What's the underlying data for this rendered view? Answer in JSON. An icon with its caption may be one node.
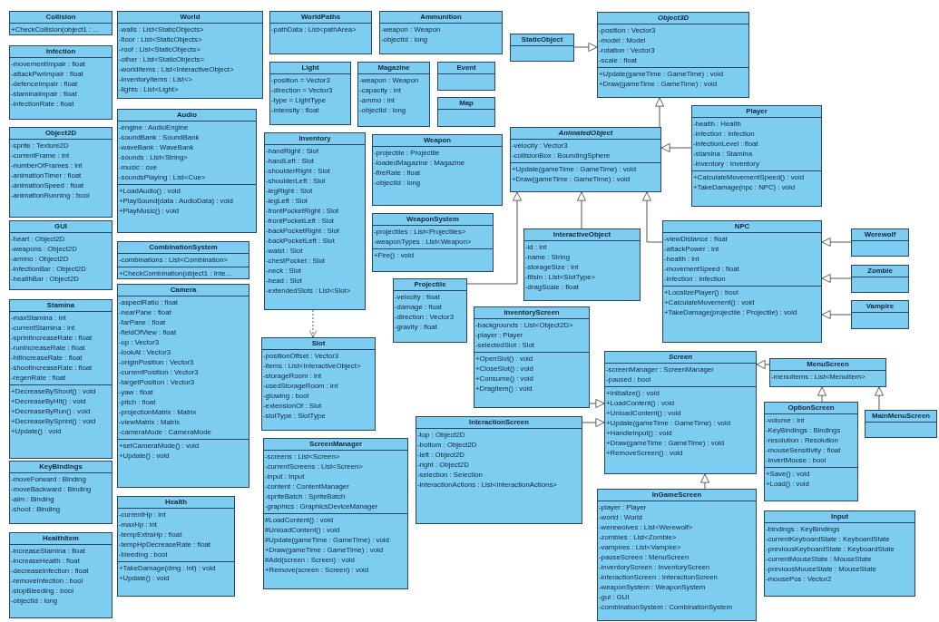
{
  "diagram": {
    "nodes": [
      {
        "text": [
          "Collision",
          "+CheckCollision(object1 : ..."
        ]
      },
      {
        "text": [
          "Infection",
          "-movementImpair : float",
          "-attackPwrImpair : float",
          "-defenceImpair : float",
          "-staminaImpair : float",
          "-infectionRate : float"
        ]
      },
      {
        "text": [
          "Object2D",
          "-sprite : Texture2D",
          "-currentFrame : int",
          "-numberOfFrames : int",
          "-animationTimer : float",
          "-animationSpeed : float",
          "-animationRunning : bool"
        ]
      },
      {
        "text": [
          "GUI",
          "-heart : Object2D",
          "-weapons : Object2D",
          "-ammo : Object2D",
          "-infectionBar : Object2D",
          "-healthBar : Object2D"
        ]
      },
      {
        "text": [
          "Stamina",
          "-maxStamina : int",
          "-currentStamina : int",
          "-sprintIncreaseRate : float",
          "-runIncreaseRate : float",
          "-hitIncreaseRate : float",
          "-shootIncreaseRate : float",
          "-regenRate : float",
          "+DecreaseByShoot() : void",
          "+DecreaseByHit() : void",
          "+DecreaseByRun() : void",
          "+DecreaseBySprint() : void",
          "+Update() : void"
        ]
      },
      {
        "text": [
          "KeyBindings",
          "-moveForward : Binding",
          "-moveBackward : Binding",
          "-aim : Binding",
          "-shoot : Binding"
        ]
      },
      {
        "text": [
          "HealthItem",
          "-increaseStamina : float",
          "-increaseHealth : float",
          "-decreaseInfection : float",
          "-removeInfection : bool",
          "-stopBleeding : bool",
          "-objectId : long"
        ]
      },
      {
        "text": [
          "World",
          "-walls : List<StaticObjects>",
          "-floor : List<StaticObjects>",
          "-roof : List<StaticObjects>",
          "-other : List<StaticObjects>",
          "-worldItems : List<InteractiveObject>",
          "-inventoryItems : List<>",
          "-lights : List<Light>"
        ]
      },
      {
        "text": [
          "Audio",
          "-engine : AudioEngine",
          "-soundBank : SoundBank",
          "-waveBank : WaveBank",
          "-sounds : List<String>",
          "-music : cue",
          "-soundsPlaying : List<Cue>",
          "+LoadAudio() : void",
          "+PlaySound(data : AudioData) : void",
          "+PlayMusic() : void"
        ]
      },
      {
        "text": [
          "CombinationSystem",
          "-combinations : List<Combination>",
          "+CheckCombination(object1 : Inte..."
        ]
      },
      {
        "text": [
          "Camera",
          "-aspectRatio : float",
          "-nearPane : float",
          "-farPane : float",
          "-fieldOfView : float",
          "-up : Vector3",
          "-lookAt : Vector3",
          "-originPosition : Vector3",
          "-currentPosition : Vector3",
          "-targetPosition : Vector3",
          "-yaw : float",
          "-pitch : float",
          "-projectionMatrix : Matrix",
          "-viewMatrix : Matrix",
          "-cameraMode : CameraMode",
          "+setCameraMode() : void",
          "+Update() : void"
        ]
      },
      {
        "text": [
          "Health",
          "-currentHp : int",
          "-maxHp : int",
          "-tempExtraHp : float",
          "-tempHpDecreaseRate : float",
          "-bleeding : bool",
          "+TakeDamage(dmg : int) : void",
          "+Update() : void"
        ]
      },
      {
        "text": [
          "WorldPaths",
          "-pathData : List<pathArea>"
        ]
      },
      {
        "text": [
          "Light",
          "-position = Vector3",
          "-direction = Vector3",
          "-type = LightType",
          "-intensity : float"
        ]
      },
      {
        "text": [
          "Inventory",
          "-handRight : Slot",
          "-handLeft : Slot",
          "-shoulderRight : Slot",
          "-shoulderLeft : Slot",
          "-legRight : Slot",
          "-legLeft : Slot",
          "-frontPocketRight : Slot",
          "-frontPocketLeft : Slot",
          "-backPocketRight : Slot",
          "-backPocketLeft : Slot",
          "-waist : Slot",
          "-chestPocket : Slot",
          "-neck : Slot",
          "-head : Slot",
          "-extendedSlots : List<Slot>"
        ]
      },
      {
        "text": [
          "Slot",
          "-positionOffset : Vector3",
          "-items : List<InteractiveObject>",
          "-storageRoom : int",
          "-usedStorageRoom : int",
          "-glowing : bool",
          "-extensionOf : Slot",
          "-slotType : SlotType"
        ]
      },
      {
        "text": [
          "ScreenManager",
          "-screens : List<Screen>",
          "-currentScreens : List<Screen>",
          "-input : Input",
          "-content : ContentManager",
          "-spriteBatch : SpriteBatch",
          "-graphics : GraphicsDeviceManager",
          "#LoadContent() : void",
          "#UnloadContent() : void",
          "#Update(gameTime : GameTime) : void",
          "+Draw(gameTime : GameTime) : void",
          "#Add(screen : Screen) : void",
          "+Remove(screen : Screen) : void"
        ]
      },
      {
        "text": [
          "Ammunition",
          "-weapon : Weapon",
          "-objectId : long"
        ]
      },
      {
        "text": [
          "Magazine",
          "-weapon : Weapon",
          "-capacity : int",
          "-ammo : int",
          "-objectId : long"
        ]
      },
      {
        "text": [
          "Event"
        ]
      },
      {
        "text": [
          "Map"
        ]
      },
      {
        "text": [
          "Weapon",
          "-projectile : Projectile",
          "-loadedMagazine : Magazine",
          "-fireRate : float",
          "-objectId : long"
        ]
      },
      {
        "text": [
          "WeaponSystem",
          "-projectiles : List<Projectiles>",
          "-weaponTypes : List<Weapon>",
          "+Fire() : void"
        ]
      },
      {
        "text": [
          "Projectile",
          "-velocity : float",
          "-damage : float",
          "-direction : Vector3",
          "-gravity : float"
        ]
      },
      {
        "text": [
          "StaticObject"
        ]
      },
      {
        "text": [
          "Object3D",
          "-position : Vector3",
          "-model : Model",
          "-rotation : Vector3",
          "-scale : float",
          "+Update(gameTime : GameTime) : void",
          "+Draw(gameTime : GameTime) : void"
        ]
      },
      {
        "text": [
          "AnimatedObject",
          "-velocity : Vector3",
          "-collisionBox : BoundingSphere",
          "+Update(gameTime : GameTime) : void",
          "+Draw(gameTime : GameTime) : void"
        ]
      },
      {
        "text": [
          "InteractiveObject",
          "-id : int",
          "-name : String",
          "-storageSize : int",
          "-fitsIn : List<SlotType>",
          "-dragScale : float"
        ]
      },
      {
        "text": [
          "Player",
          "-health : Health",
          "-infection : Infection",
          "-infectionLevel : float",
          "-stamina : Stamina",
          "-inventory : Inventory",
          "+CalculateMovementSpeed() : void",
          "+TakeDamage(npc : NPC) : void"
        ]
      },
      {
        "text": [
          "NPC",
          "-viewDistance : float",
          "-attackPower : int",
          "-health : int",
          "-movementSpeed : float",
          "-infection : Infection",
          "+LocalizePlayer() : bool",
          "+CalculateMovement() : void",
          "+TakeDamage(projectile : Projectile) : void"
        ]
      },
      {
        "text": [
          "Werewolf"
        ]
      },
      {
        "text": [
          "Zombie"
        ]
      },
      {
        "text": [
          "Vampire"
        ]
      },
      {
        "text": [
          "InventoryScreen",
          "-backgrounds : List<Object2D>",
          "-player : Player",
          "-selectedSlot : Slot",
          "+OpenSlot() : void",
          "+CloseSlot() : void",
          "+Consume() : void",
          "+DragItem() : void"
        ]
      },
      {
        "text": [
          "InteractionScreen",
          "-top : Object2D",
          "-bottom : Object2D",
          "-left : Object2D",
          "-right : Object2D",
          "-selection : Selection",
          "-interactionActions : List<InteractionActions>"
        ]
      },
      {
        "text": [
          "Screen",
          "-screenManager : ScreenManager",
          "-paused : bool",
          "+Initialize() : void",
          "+LoadContent() : void",
          "+UnloadContent() : void",
          "+Update(gameTime : GameTime) : void",
          "+HandleInput() : void",
          "+Draw(gameTime : GameTime) : void",
          "+RemoveScreen() : void"
        ]
      },
      {
        "text": [
          "MenuScreen",
          "-menuItems : List<MenuItem>"
        ]
      },
      {
        "text": [
          "OptionScreen",
          "-volume : int",
          "-KeyBindings : Bindings",
          "-resolution : Resolution",
          "-mouseSensitivity : float",
          "-invertMouse : bool",
          "+Save() : void",
          "+Load() : void"
        ]
      },
      {
        "text": [
          "MainMenuScreen"
        ]
      },
      {
        "text": [
          "InGameScreen",
          "-player : Player",
          "-world : World",
          "-werewolves : List<Werewolf>",
          "-zombies : List<Zombie>",
          "-vampires : List<Vampire>",
          "-pauseScreen : MenuScreen",
          "-inventoryScreen : InventoryScreen",
          "-interactionScreen : InteractionScreen",
          "-weaponSystem : WeaponSystem",
          "-gui : GUI",
          "-combinationSystem : CombinationSystem"
        ]
      },
      {
        "text": [
          "Input",
          "-bindings : KeyBindings",
          "-currentKeyboardState : KeyboardState",
          "-previousKeyboardState : KeyboardState",
          "-currentMouseState : MouseState",
          "-previousMouseState : MouseState",
          "-mousePos : Vector2"
        ]
      }
    ],
    "edges": [
      {
        "from": 24,
        "to": 25,
        "arrow": "to"
      },
      {
        "from": 26,
        "to": 25,
        "arrow": "to"
      },
      {
        "from": 28,
        "to": 26,
        "arrow": "to"
      },
      {
        "from": 23,
        "to": 26,
        "arrow": "to"
      },
      {
        "from": 27,
        "to": 26,
        "arrow": "to"
      },
      {
        "from": 29,
        "to": 26,
        "arrow": "to"
      },
      {
        "from": 30,
        "to": 29,
        "arrow": "to"
      },
      {
        "from": 31,
        "to": 29,
        "arrow": "to"
      },
      {
        "from": 32,
        "to": 29,
        "arrow": "to"
      },
      {
        "from": 14,
        "to": 15,
        "arrow": "to",
        "style": "dashed"
      },
      {
        "from": 33,
        "to": 35,
        "arrow": "to"
      },
      {
        "from": 34,
        "to": 35,
        "arrow": "to"
      },
      {
        "from": 36,
        "to": 35,
        "arrow": "to"
      },
      {
        "from": 37,
        "to": 36,
        "arrow": "to"
      },
      {
        "from": 38,
        "to": 36,
        "arrow": "to"
      },
      {
        "from": 39,
        "to": 35,
        "arrow": "to"
      }
    ]
  }
}
